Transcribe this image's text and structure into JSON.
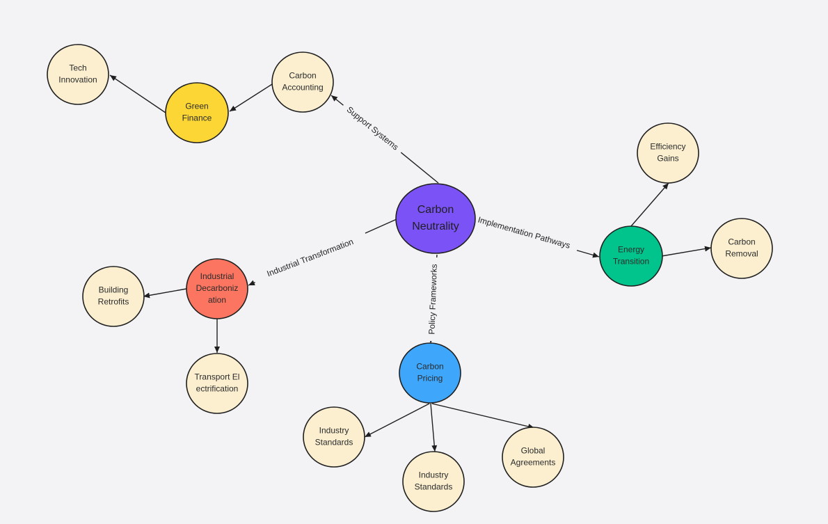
{
  "diagram": {
    "nodes": [
      {
        "id": "carbon-neutrality",
        "lines": [
          "Carbon",
          "Neutrality"
        ],
        "color": "#7b52f5",
        "level": "root"
      },
      {
        "id": "carbon-accounting",
        "lines": [
          "Carbon",
          "Accounting"
        ],
        "color": "#fbefd0",
        "level": "leaf"
      },
      {
        "id": "green-finance",
        "lines": [
          "Green",
          "Finance"
        ],
        "color": "#fbd634",
        "level": "branch"
      },
      {
        "id": "tech-innovation",
        "lines": [
          "Tech",
          "Innovation"
        ],
        "color": "#fbefd0",
        "level": "leaf"
      },
      {
        "id": "energy-transition",
        "lines": [
          "Energy",
          "Transition"
        ],
        "color": "#00c48c",
        "level": "branch"
      },
      {
        "id": "efficiency-gains",
        "lines": [
          "Efficiency",
          "Gains"
        ],
        "color": "#fbefd0",
        "level": "leaf"
      },
      {
        "id": "carbon-removal",
        "lines": [
          "Carbon",
          "Removal"
        ],
        "color": "#fbefd0",
        "level": "leaf"
      },
      {
        "id": "industrial-decarbonization",
        "lines": [
          "Industrial",
          "Decarboniz",
          "ation"
        ],
        "color": "#fb7560",
        "level": "branch"
      },
      {
        "id": "building-retrofits",
        "lines": [
          "Building",
          "Retrofits"
        ],
        "color": "#fbefd0",
        "level": "leaf"
      },
      {
        "id": "transport-electrification",
        "lines": [
          "Transport El",
          "ectrification"
        ],
        "color": "#fbefd0",
        "level": "leaf"
      },
      {
        "id": "carbon-pricing",
        "lines": [
          "Carbon",
          "Pricing"
        ],
        "color": "#3ea6fb",
        "level": "branch"
      },
      {
        "id": "industry-standards-1",
        "lines": [
          "Industry",
          "Standards"
        ],
        "color": "#fbefd0",
        "level": "leaf"
      },
      {
        "id": "industry-standards-2",
        "lines": [
          "Industry",
          "Standards"
        ],
        "color": "#fbefd0",
        "level": "leaf"
      },
      {
        "id": "global-agreements",
        "lines": [
          "Global",
          "Agreements"
        ],
        "color": "#fbefd0",
        "level": "leaf"
      }
    ],
    "edges": [
      {
        "from": "carbon-neutrality",
        "to": "carbon-accounting",
        "label": "Support Systems"
      },
      {
        "from": "carbon-accounting",
        "to": "green-finance",
        "label": ""
      },
      {
        "from": "green-finance",
        "to": "tech-innovation",
        "label": ""
      },
      {
        "from": "carbon-neutrality",
        "to": "energy-transition",
        "label": "Implementation Pathways"
      },
      {
        "from": "energy-transition",
        "to": "efficiency-gains",
        "label": ""
      },
      {
        "from": "energy-transition",
        "to": "carbon-removal",
        "label": ""
      },
      {
        "from": "carbon-neutrality",
        "to": "industrial-decarbonization",
        "label": "Industrial Transformation"
      },
      {
        "from": "industrial-decarbonization",
        "to": "building-retrofits",
        "label": ""
      },
      {
        "from": "industrial-decarbonization",
        "to": "transport-electrification",
        "label": ""
      },
      {
        "from": "carbon-neutrality",
        "to": "carbon-pricing",
        "label": "Policy Frameworks"
      },
      {
        "from": "carbon-pricing",
        "to": "industry-standards-1",
        "label": ""
      },
      {
        "from": "carbon-pricing",
        "to": "industry-standards-2",
        "label": ""
      },
      {
        "from": "carbon-pricing",
        "to": "global-agreements",
        "label": ""
      }
    ]
  }
}
